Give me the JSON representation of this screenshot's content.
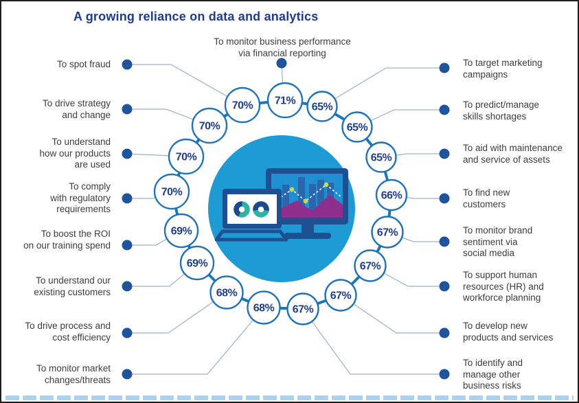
{
  "title": "A growing reliance on data and analytics",
  "top_item": {
    "label": "To monitor business performance\nvia financial reporting",
    "pct": "71%"
  },
  "left_items": [
    {
      "label": "To spot fraud",
      "pct": "70%"
    },
    {
      "label": "To drive strategy\nand change",
      "pct": "70%"
    },
    {
      "label": "To understand\nhow our products\nare used",
      "pct": "70%"
    },
    {
      "label": "To comply\nwith regulatory\nrequirements",
      "pct": "70%"
    },
    {
      "label": "To boost the ROI\non our training spend",
      "pct": "69%"
    },
    {
      "label": "To understand our\nexisting customers",
      "pct": "69%"
    },
    {
      "label": "To drive process and\ncost efficiency",
      "pct": "68%"
    },
    {
      "label": "To monitor market\nchanges/threats",
      "pct": "68%"
    }
  ],
  "right_items": [
    {
      "label": "To target marketing\ncampaigns",
      "pct": "65%"
    },
    {
      "label": "To predict/manage\nskills shortages",
      "pct": "65%"
    },
    {
      "label": "To aid with maintenance\nand service of assets",
      "pct": "65%"
    },
    {
      "label": "To find new\ncustomers",
      "pct": "66%"
    },
    {
      "label": "To monitor brand\nsentiment via\nsocial media",
      "pct": "67%"
    },
    {
      "label": "To support human\nresources (HR) and\nworkforce planning",
      "pct": "67%"
    },
    {
      "label": "To develop new\nproducts and services",
      "pct": "67%"
    },
    {
      "label": "To identify and\nmanage other\nbusiness risks",
      "pct": "67%"
    }
  ],
  "ring": [
    "71%",
    "65%",
    "65%",
    "65%",
    "66%",
    "67%",
    "67%",
    "67%",
    "67%",
    "68%",
    "68%",
    "69%",
    "69%",
    "70%",
    "70%",
    "70%",
    "70%"
  ],
  "chart_data": {
    "type": "bar",
    "title": "A growing reliance on data and analytics",
    "unit": "%",
    "categories": [
      "To monitor business performance via financial reporting",
      "To target marketing campaigns",
      "To predict/manage skills shortages",
      "To aid with maintenance and service of assets",
      "To find new customers",
      "To monitor brand sentiment via social media",
      "To support human resources (HR) and workforce planning",
      "To develop new products and services",
      "To identify and manage other business risks",
      "To monitor market changes/threats",
      "To drive process and cost efficiency",
      "To understand our existing customers",
      "To boost the ROI on our training spend",
      "To comply with regulatory requirements",
      "To understand how our products are used",
      "To drive strategy and change",
      "To spot fraud"
    ],
    "values": [
      71,
      65,
      65,
      65,
      66,
      67,
      67,
      67,
      67,
      68,
      68,
      69,
      69,
      70,
      70,
      70,
      70
    ],
    "layout": "circular infographic ring of percentage bubbles, clockwise from top, central computer illustration"
  },
  "colors": {
    "title_blue": "#1e3c8c",
    "bubble_border": "#2273b5",
    "bubble_text": "#1e3f87",
    "ring_connector": "#1879b8",
    "leader_line": "#9fb0c2",
    "dot_navy": "#1d549b",
    "circle_blue": "#1e9ad5",
    "illustration_navy": "#1d4f91",
    "bar_blue": "#2b66ad",
    "mountain_purple": "#8e2f8e",
    "donut_teal": "#2cb3a2",
    "marker_lime": "#c9d84f"
  }
}
